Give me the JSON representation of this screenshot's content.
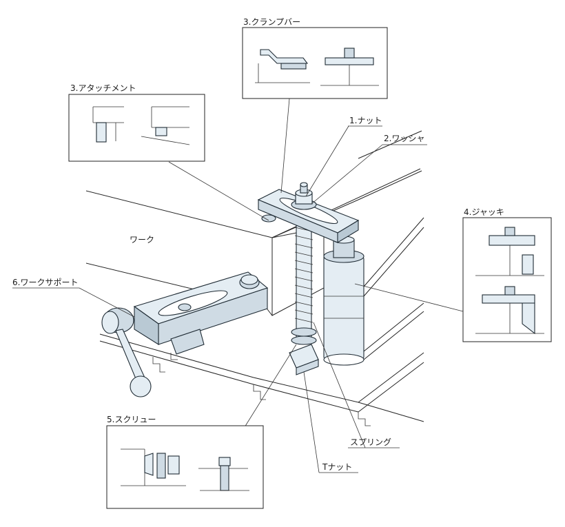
{
  "labels": {
    "clamp_bar": "3.クランプバー",
    "attachment": "3.アタッチメント",
    "nut": "1.ナット",
    "washer": "2.ワッシャ",
    "jack": "4.ジャッキ",
    "work": "ワーク",
    "work_support": "6.ワークサポート",
    "screw": "5.スクリュー",
    "spring": "スプリング",
    "t_nut": "Tナット"
  },
  "colors": {
    "steel_light": "#e4edf3",
    "steel_mid": "#cfdbe4",
    "steel_dark": "#b9c9d4",
    "line": "#222222"
  },
  "icons": [
    "clamp-assembly-illustration",
    "inset-detail-drawing"
  ]
}
